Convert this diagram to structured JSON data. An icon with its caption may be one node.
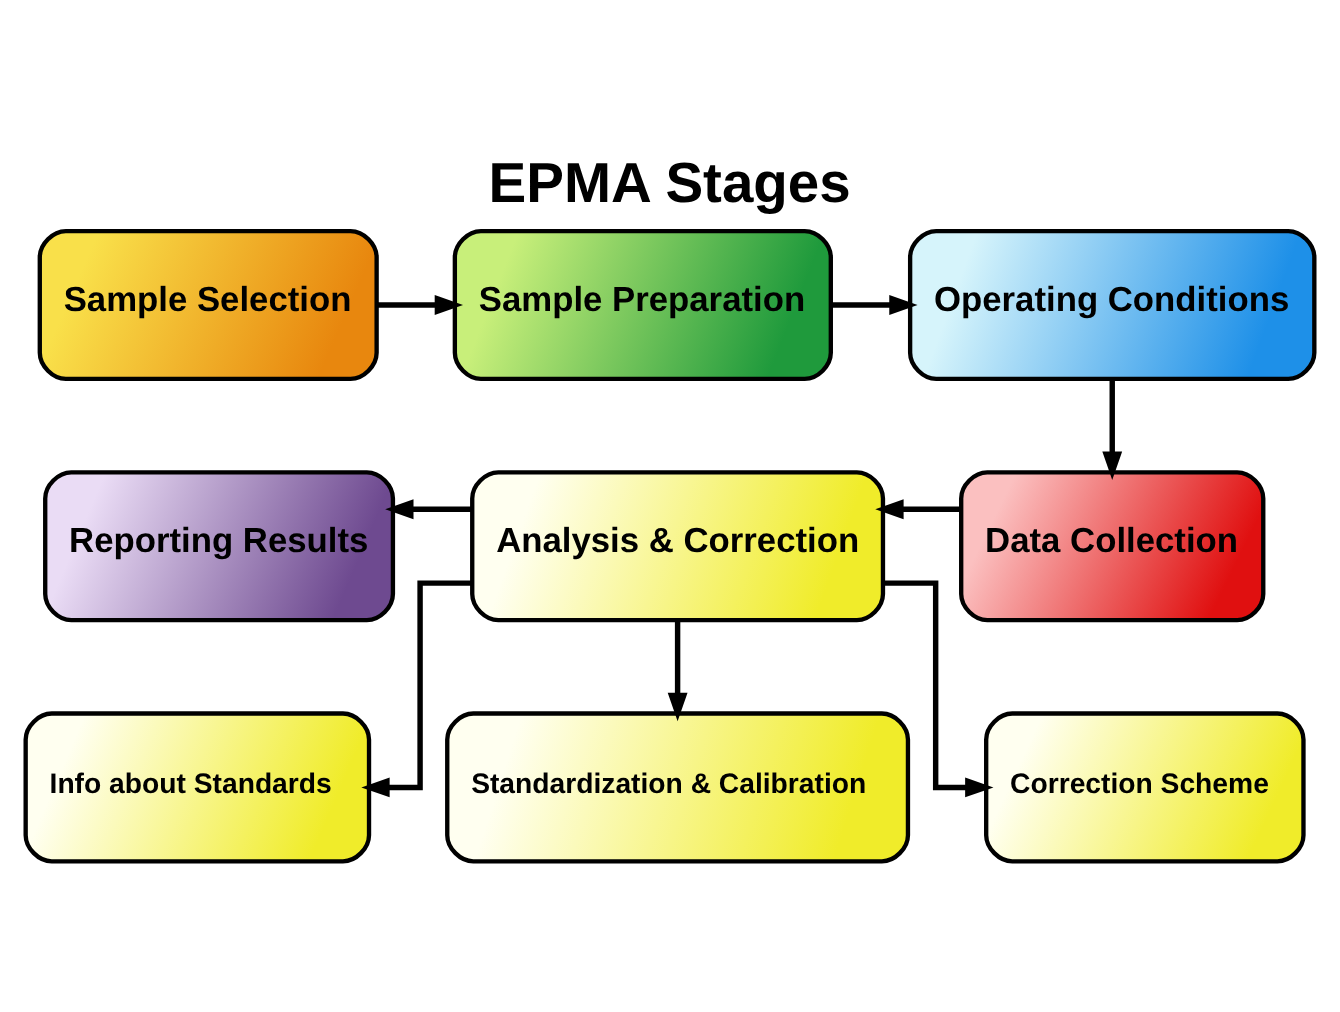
{
  "diagram": {
    "title": "EPMA Stages",
    "nodes": [
      {
        "text": [
          "Sample Selection"
        ]
      },
      {
        "text": [
          "Sample Preparation"
        ]
      },
      {
        "text": [
          "Operating Conditions"
        ]
      },
      {
        "text": [
          "Data Collection"
        ]
      },
      {
        "text": [
          "Analysis & Correction"
        ]
      },
      {
        "text": [
          "Reporting Results"
        ]
      },
      {
        "text": [
          "Info about Standards"
        ]
      },
      {
        "text": [
          "Standardization & Calibration"
        ]
      },
      {
        "text": [
          "Correction Scheme"
        ]
      }
    ],
    "edges": [
      {
        "from": 0,
        "to": 1,
        "arrow": "to"
      },
      {
        "from": 1,
        "to": 2,
        "arrow": "to"
      },
      {
        "from": 2,
        "to": 3,
        "arrow": "to"
      },
      {
        "from": 3,
        "to": 4,
        "arrow": "to"
      },
      {
        "from": 4,
        "to": 5,
        "arrow": "to"
      },
      {
        "from": 4,
        "to": 6,
        "arrow": "to"
      },
      {
        "from": 4,
        "to": 7,
        "arrow": "to"
      },
      {
        "from": 4,
        "to": 8,
        "arrow": "to"
      }
    ]
  }
}
